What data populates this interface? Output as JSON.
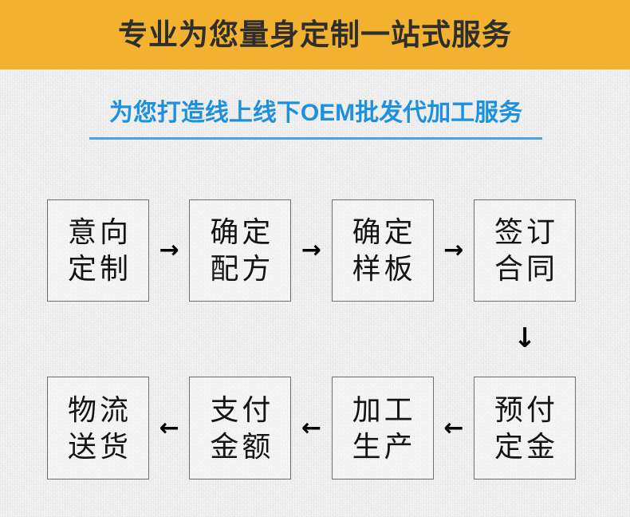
{
  "banner": {
    "title": "专业为您量身定制一站式服务",
    "background_color": "#f2b230",
    "text_color": "#2e2e2e"
  },
  "subtitle": {
    "text": "为您打造线上线下OEM批发代加工服务",
    "color": "#1e90e0",
    "rule_color": "#4aa3e0"
  },
  "flow": {
    "row1": {
      "direction": "left-to-right",
      "arrow_glyph": "→",
      "steps": [
        {
          "line1": "意向",
          "line2": "定制"
        },
        {
          "line1": "确定",
          "line2": "配方"
        },
        {
          "line1": "确定",
          "line2": "样板"
        },
        {
          "line1": "签订",
          "line2": "合同"
        }
      ]
    },
    "connector": {
      "glyph": "↓",
      "direction": "down"
    },
    "row2": {
      "direction": "right-to-left",
      "arrow_glyph": "←",
      "steps": [
        {
          "line1": "物流",
          "line2": "送货"
        },
        {
          "line1": "支付",
          "line2": "金额"
        },
        {
          "line1": "加工",
          "line2": "生产"
        },
        {
          "line1": "预付",
          "line2": "定金"
        }
      ]
    },
    "box_border_color": "#6e6e6e",
    "box_text_color": "#141414"
  },
  "page": {
    "background_color": "#f6f6f6"
  }
}
